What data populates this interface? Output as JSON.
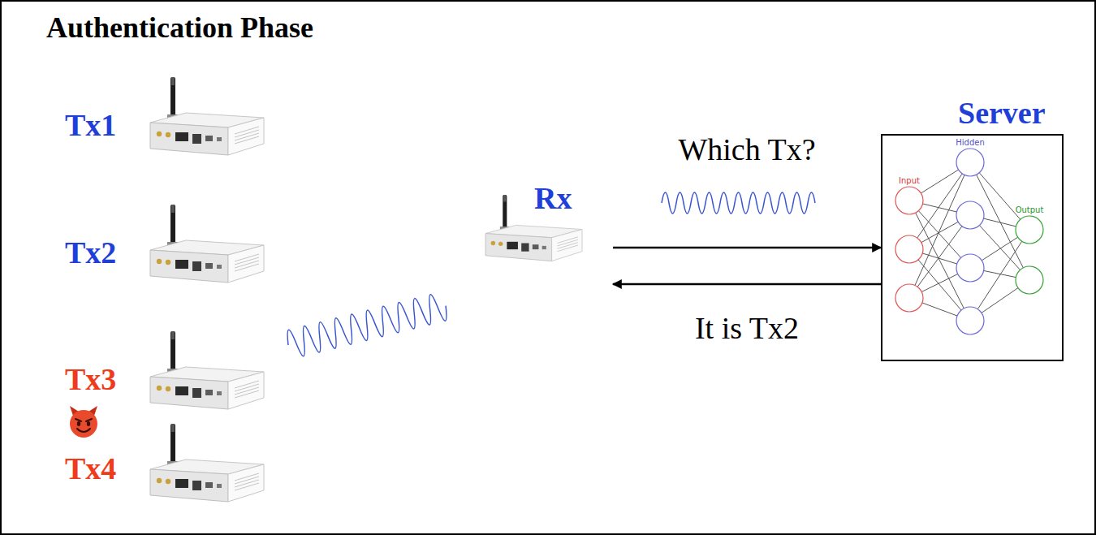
{
  "diagram": {
    "title": "Authentication Phase",
    "nodes": [
      {
        "text": [
          "Tx1"
        ]
      },
      {
        "text": [
          "Tx2"
        ]
      },
      {
        "text": [
          "Tx3"
        ]
      },
      {
        "text": [
          "Tx4"
        ]
      },
      {
        "text": [
          "Rx"
        ]
      },
      {
        "text": [
          "Server"
        ]
      }
    ],
    "edges": [
      {
        "from": 4,
        "to": 5,
        "arrow": "to",
        "label": "Which Tx?"
      },
      {
        "from": 5,
        "to": 4,
        "arrow": "to",
        "label": "It is Tx2"
      }
    ],
    "labels": [
      "Input",
      "Hidden",
      "Output"
    ]
  }
}
